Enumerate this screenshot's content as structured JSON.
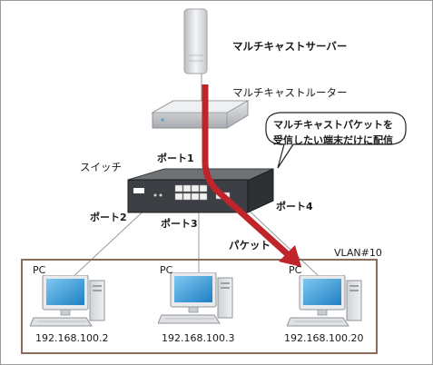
{
  "multicast_server": "マルチキャストサーバー",
  "multicast_router": "マルチキャストルーター",
  "switch": "スイッチ",
  "callout": [
    "マルチキャストパケットを",
    "受信したい端末だけに配信"
  ],
  "port1": "ポート1",
  "port2": "ポート2",
  "port3": "ポート3",
  "port4": "ポート4",
  "packet": "パケット",
  "vlan": "VLAN#10",
  "pcs": [
    {
      "label": "PC",
      "ip": "192.168.100.2"
    },
    {
      "label": "PC",
      "ip": "192.168.100.3"
    },
    {
      "label": "PC",
      "ip": "192.168.100.20"
    }
  ],
  "colors": {
    "packet_path": "#c0242b",
    "vlan_border": "#8b6b5c",
    "link_line": "#999999"
  },
  "icons": [
    "server-icon",
    "router-icon",
    "switch-icon",
    "pc-icon",
    "arrow-icon"
  ]
}
